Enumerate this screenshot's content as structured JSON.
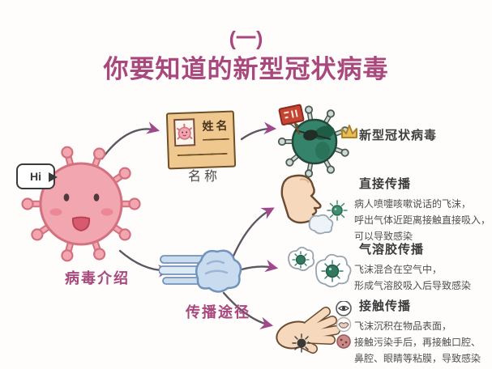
{
  "title": {
    "part_number": "(一)",
    "main": "你要知道的新型冠状病毒"
  },
  "virus_intro": {
    "greeting": "Hi",
    "label": "病毒介绍"
  },
  "name_section": {
    "card_name_field": "姓名",
    "caption": "名称",
    "virus_label": "新型冠状病毒"
  },
  "transmission": {
    "caption": "传播途径"
  },
  "sections": [
    {
      "heading": "直接传播",
      "lines": [
        "病人喷嚏咳嗽说话的飞沫，",
        "呼出气体近距离接触直接吸入，",
        "可以导致感染"
      ]
    },
    {
      "heading": "气溶胶传播",
      "lines": [
        "飞沫混合在空气中，",
        "形成气溶胶吸入后导致感染"
      ]
    },
    {
      "heading": "接触传播",
      "lines": [
        "飞沫沉积在物品表面，",
        "接触污染手后，再接触口腔、",
        "鼻腔、眼睛等粘膜，导致感染"
      ]
    }
  ],
  "icons": {
    "pink_virus": "pink-virus-mascot",
    "green_virus": "green-coronavirus-with-crown",
    "id_card": "name-id-card",
    "sneeze_cloud": "sneeze-wind-puff",
    "face_profile": "face-inhaling-droplets",
    "aerosol": "aerosol-droplet-clouds",
    "hand": "hand-touching-surfaces"
  },
  "colors": {
    "accent_magenta": "#a8487c",
    "virus_pink": "#f2a6b0",
    "virus_pink_outline": "#d3717f",
    "virus_green": "#35836a",
    "cloud_blue": "#c9dcef",
    "card_tan": "#eec88e",
    "arrow_head": "#a1478d",
    "text_dark": "#3f3f3f"
  }
}
